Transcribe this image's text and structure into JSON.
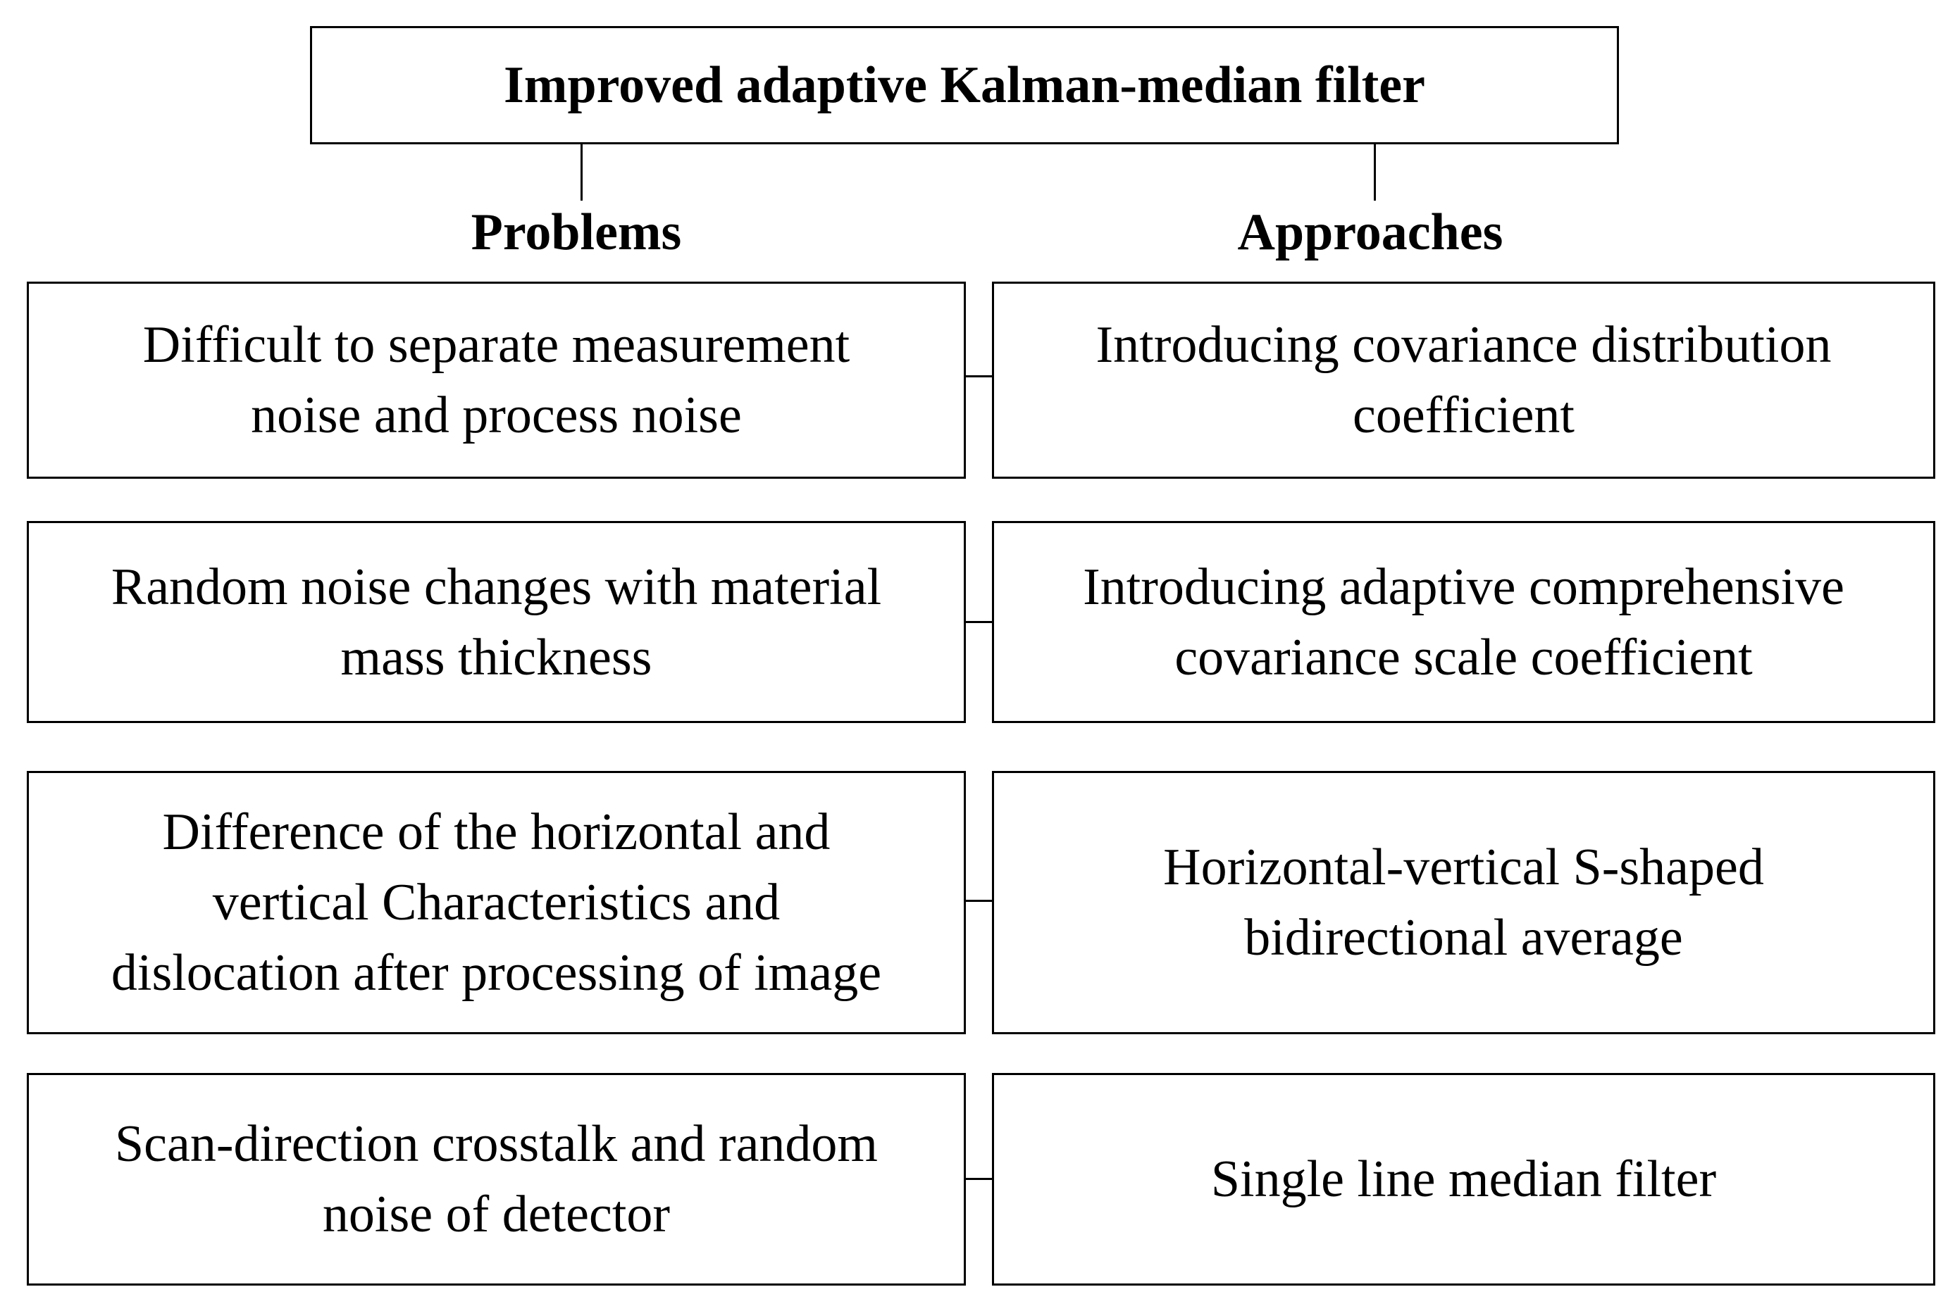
{
  "diagram": {
    "title": "Improved adaptive Kalman-median filter",
    "problems_heading": "Problems",
    "approaches_heading": "Approaches",
    "rows": [
      {
        "problem": "Difficult to separate measurement\nnoise and process noise",
        "approach": "Introducing covariance distribution\ncoefficient"
      },
      {
        "problem": "Random noise changes with material\nmass thickness",
        "approach": "Introducing adaptive comprehensive\ncovariance scale coefficient"
      },
      {
        "problem": "Difference of the horizontal and\nvertical Characteristics and\ndislocation after processing of image",
        "approach": "Horizontal-vertical S-shaped\nbidirectional average"
      },
      {
        "problem": "Scan-direction crosstalk and random\nnoise of detector",
        "approach": "Single line median filter"
      }
    ]
  }
}
